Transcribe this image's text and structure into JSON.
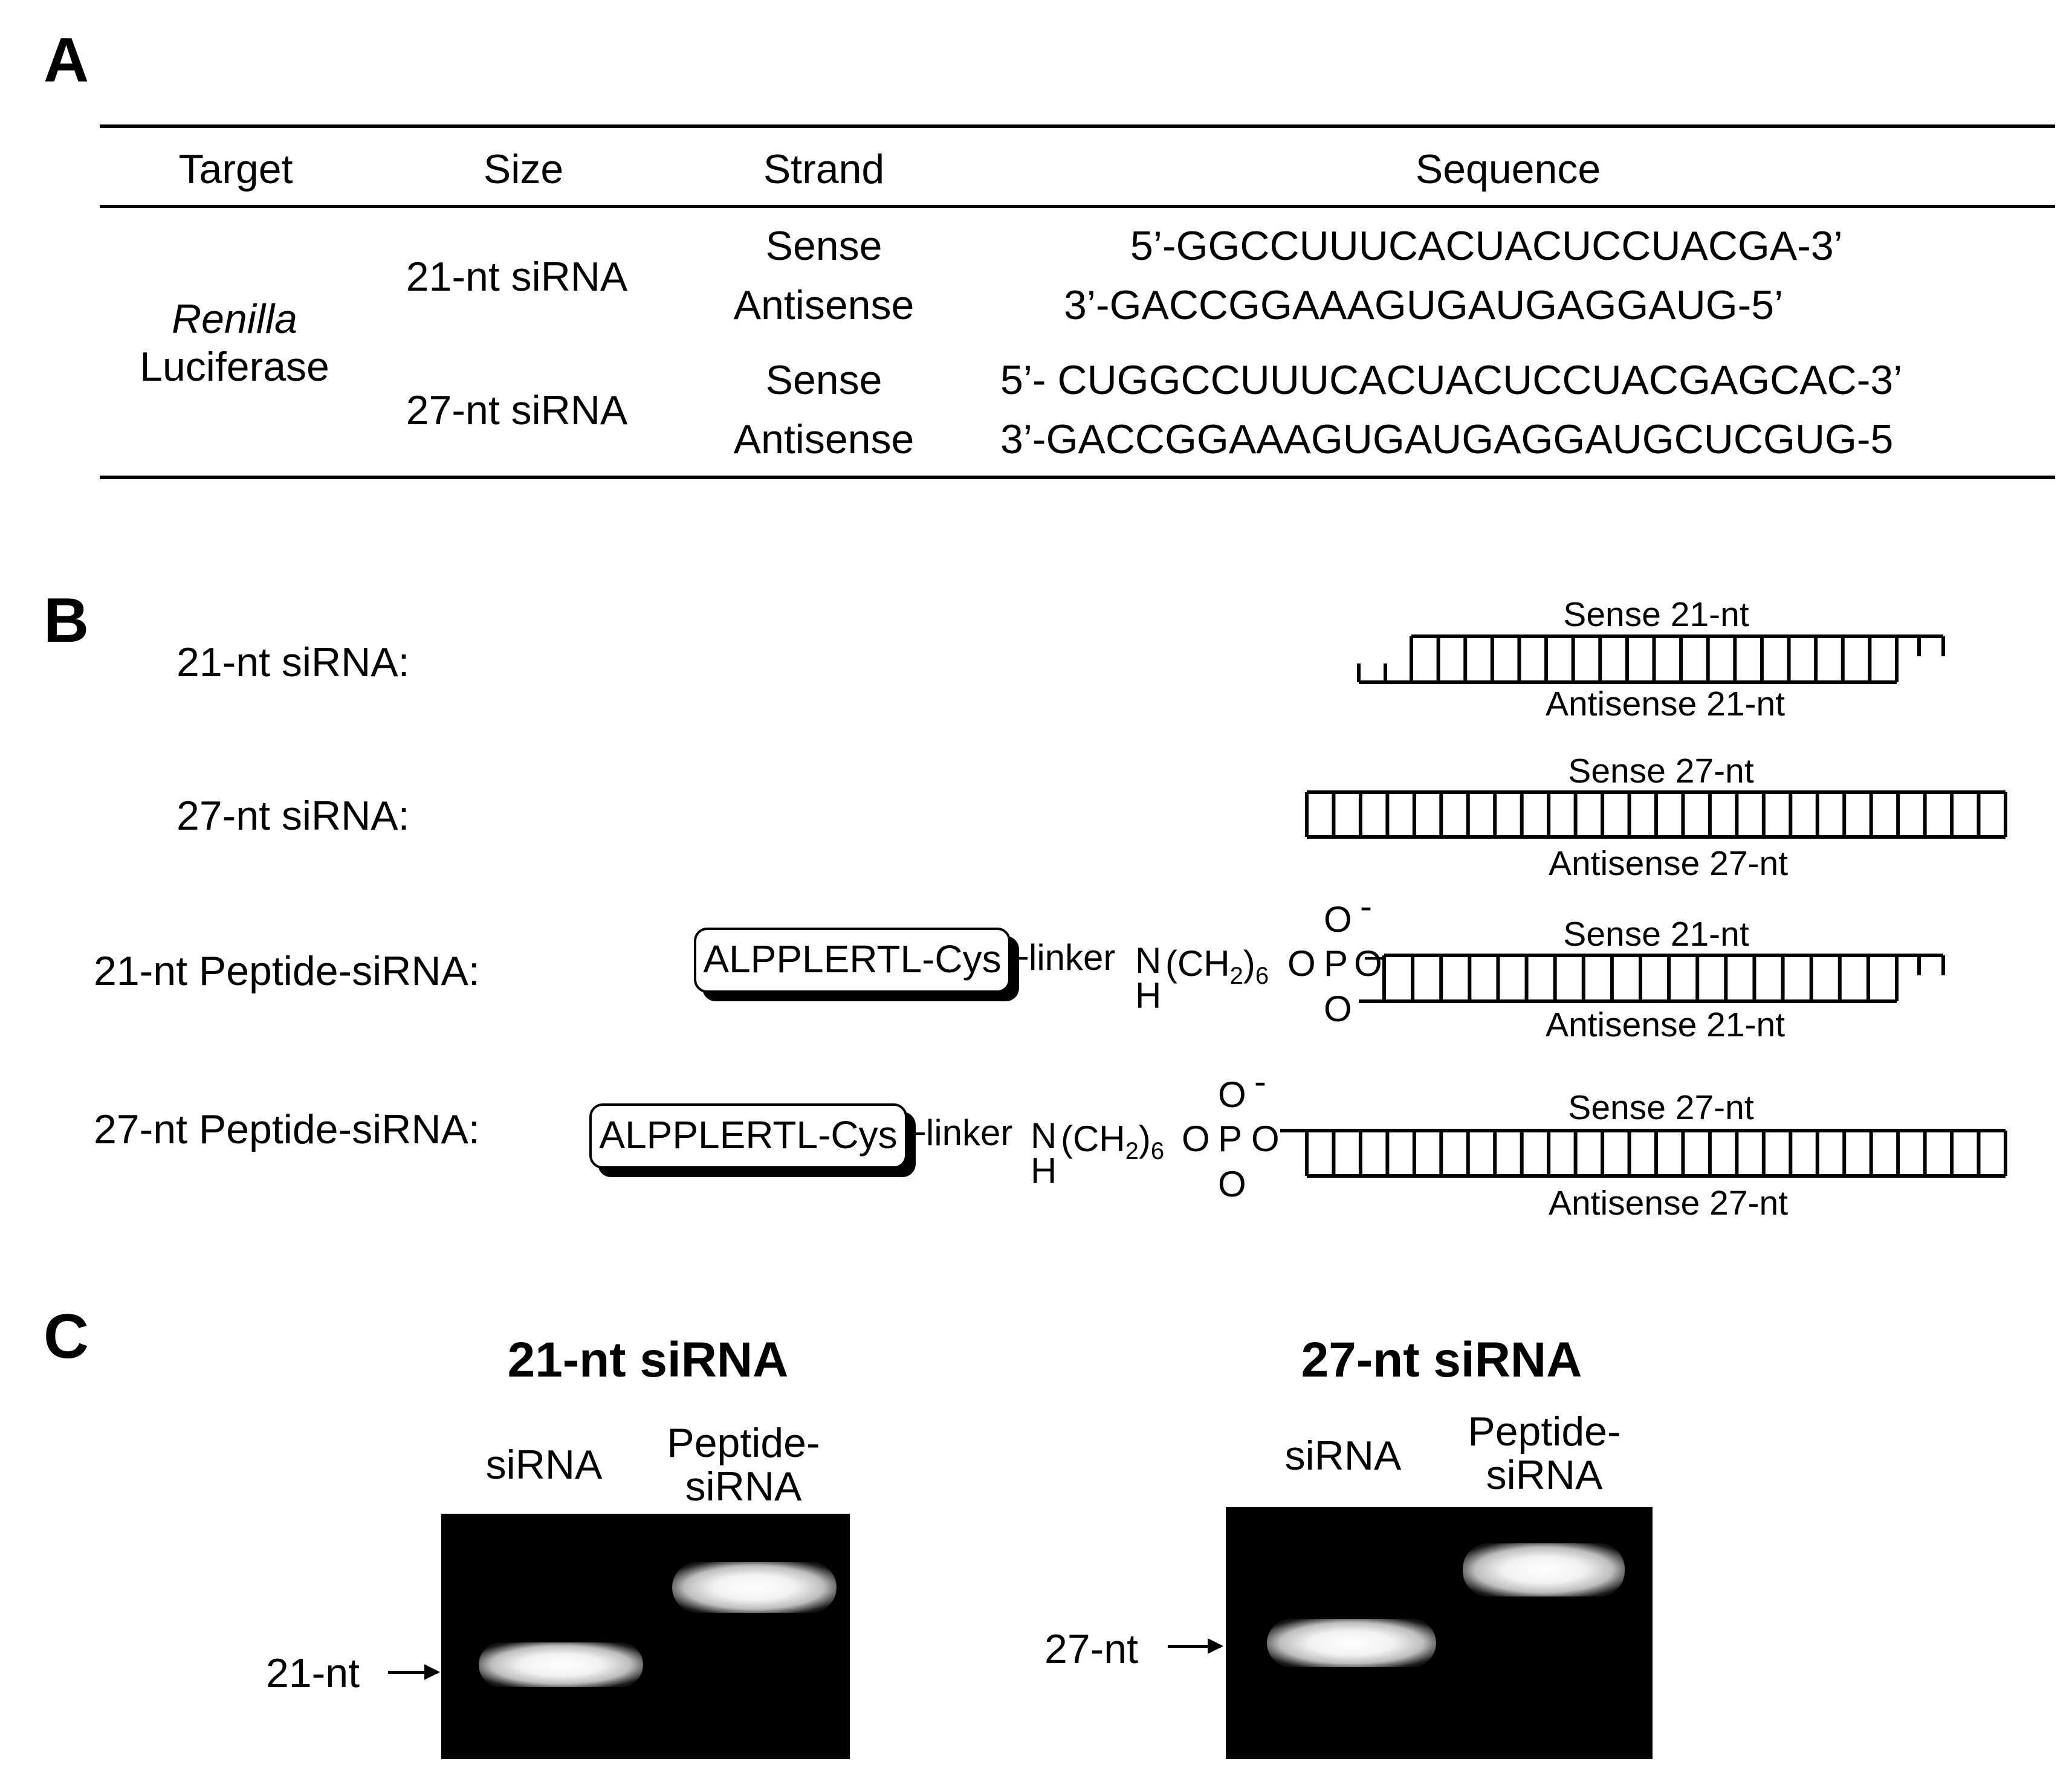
{
  "panelA": {
    "letter": "A",
    "headers": {
      "target": "Target",
      "size": "Size",
      "strand": "Strand",
      "sequence": "Sequence"
    },
    "target_italic": "Renilla",
    "target_rest": "Luciferase",
    "rows": [
      {
        "size": "21-nt siRNA",
        "sense_label": "Sense",
        "antisense_label": "Antisense",
        "sense_seq": "5’-GGCCUUUCACUACUCCUACGA-3’",
        "antisense_seq": "3’-GACCGGAAAGUGAUGAGGAUG-5’"
      },
      {
        "size": "27-nt siRNA",
        "sense_label": "Sense",
        "antisense_label": "Antisense",
        "sense_seq": "5’- CUGGCCUUUCACUACUCCUACGAGCAC-3’",
        "antisense_seq": "3’-GACCGGAAAGUGAUGAGGAUGCUCGUG-5"
      }
    ]
  },
  "panelB": {
    "letter": "B",
    "constructs": [
      {
        "label": "21-nt siRNA:",
        "sense": "Sense 21-nt",
        "antisense": "Antisense 21-nt"
      },
      {
        "label": "27-nt siRNA:",
        "sense": "Sense 27-nt",
        "antisense": "Antisense 27-nt"
      },
      {
        "label": "21-nt Peptide-siRNA:",
        "sense": "Sense 21-nt",
        "antisense": "Antisense 21-nt"
      },
      {
        "label": "27-nt Peptide-siRNA:",
        "sense": "Sense 27-nt",
        "antisense": "Antisense 27-nt"
      }
    ],
    "peptide": "ALPPLERTL-Cys",
    "chem": {
      "linker": "linker",
      "n": "N",
      "h": "H",
      "ch2": "(CH",
      "sub2": "2",
      "close": ")",
      "sub6": "6",
      "o": "O",
      "p": "P",
      "minus": "-"
    }
  },
  "panelC": {
    "letter": "C",
    "gels": [
      {
        "title": "21-nt siRNA",
        "lane1": "siRNA",
        "lane2_line1": "Peptide-",
        "lane2_line2": "siRNA",
        "marker": "21-nt"
      },
      {
        "title": "27-nt siRNA",
        "lane1": "siRNA",
        "lane2_line1": "Peptide-",
        "lane2_line2": "siRNA",
        "marker": "27-nt"
      }
    ]
  }
}
